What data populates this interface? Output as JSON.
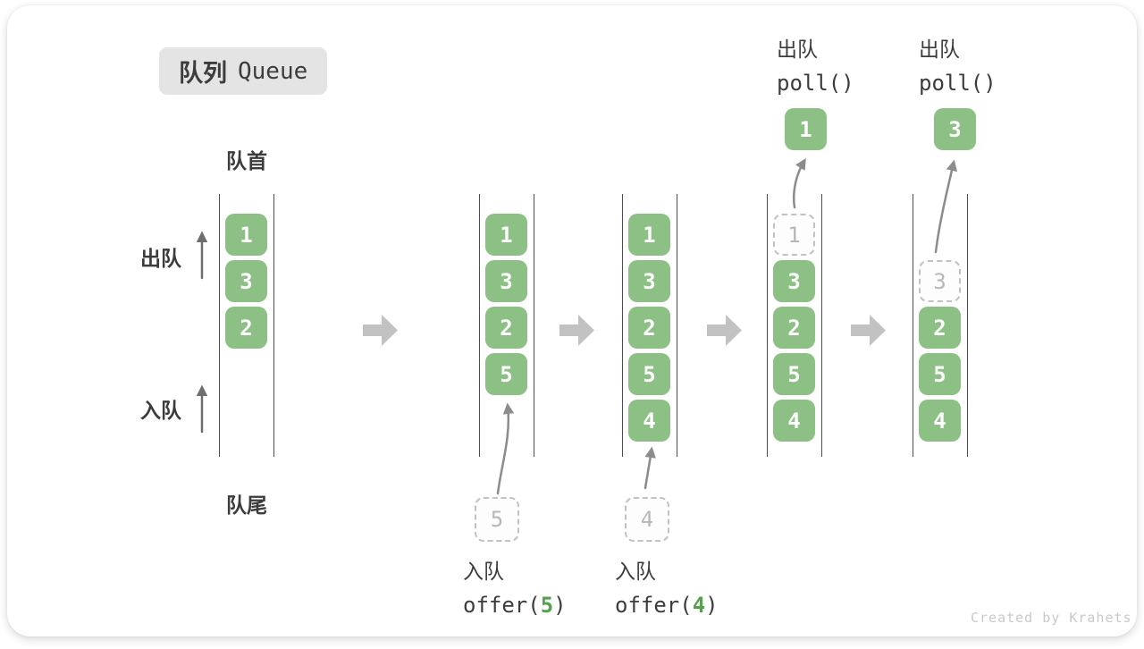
{
  "title": {
    "zh": "队列",
    "en": "Queue"
  },
  "side_labels": {
    "front": "队首",
    "rear": "队尾",
    "dequeue": "出队",
    "enqueue": "入队"
  },
  "queues": [
    {
      "blocks": [
        {
          "v": "1"
        },
        {
          "v": "3"
        },
        {
          "v": "2"
        }
      ]
    },
    {
      "blocks": [
        {
          "v": "1"
        },
        {
          "v": "3"
        },
        {
          "v": "2"
        },
        {
          "v": "5"
        }
      ]
    },
    {
      "blocks": [
        {
          "v": "1"
        },
        {
          "v": "3"
        },
        {
          "v": "2"
        },
        {
          "v": "5"
        },
        {
          "v": "4"
        }
      ]
    },
    {
      "blocks": [
        {
          "v": "1"
        },
        {
          "v": "3"
        },
        {
          "v": "2"
        },
        {
          "v": "5"
        },
        {
          "v": "4"
        }
      ]
    },
    {
      "blocks": [
        {
          "v": "3"
        },
        {
          "v": "2"
        },
        {
          "v": "5"
        },
        {
          "v": "4"
        }
      ]
    }
  ],
  "staged": [
    {
      "v": "5"
    },
    {
      "v": "4"
    }
  ],
  "popped": [
    {
      "v": "1"
    },
    {
      "v": "3"
    }
  ],
  "enqueue_ops": [
    {
      "label": "入队",
      "code_open": "offer(",
      "arg": "5",
      "code_close": ")"
    },
    {
      "label": "入队",
      "code_open": "offer(",
      "arg": "4",
      "code_close": ")"
    }
  ],
  "dequeue_ops": [
    {
      "label": "出队",
      "code": "poll()"
    },
    {
      "label": "出队",
      "code": "poll()"
    }
  ],
  "watermark": "Created by Krahets",
  "colors": {
    "block_green": "#8cc084",
    "code_green": "#55a14e",
    "text_dark": "#3c3c3c",
    "badge_bg": "#e4e4e4",
    "wall": "#4d4d4d",
    "dashed_border": "#c2c2c2",
    "dashed_text": "#b8b8b8",
    "big_arrow": "#c2c2c2",
    "curve_arrow": "#8c8c8c",
    "dir_arrow": "#6e6e6e",
    "watermark": "#c9c9c9"
  }
}
